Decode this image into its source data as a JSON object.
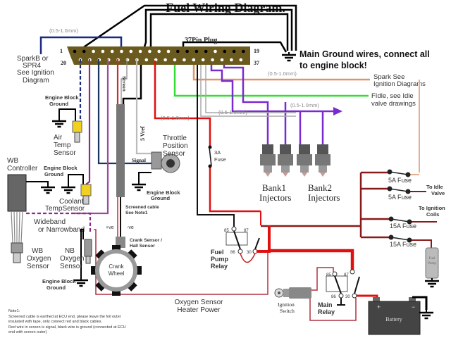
{
  "title": "Fuel Wiring Diagram.",
  "plug": {
    "label": "37Pin Plug",
    "pin_1": "1",
    "pin_20": "20",
    "pin_19": "19",
    "pin_37": "37"
  },
  "wire_gauge": "(0.5-1.0mm)",
  "labels": {
    "sparkb": [
      "SparkB or",
      "SPR4",
      "See Ignition",
      "Diagram"
    ],
    "main_ground": [
      "Main Ground wires, connect all",
      "to engine block!"
    ],
    "spark": [
      "Spark See",
      "Ignition Diagrams"
    ],
    "fidle": [
      "FIdle, see Idle",
      "valve drawings"
    ],
    "engine_block_ground": [
      "Engine Block",
      "Ground"
    ],
    "air_temp": [
      "Air",
      "Temp",
      "Sensor"
    ],
    "screen": "Screen",
    "vref": "5 Vref",
    "throttle": [
      "Throttle",
      "Position",
      "Sensor"
    ],
    "signal": "Signal",
    "fuse_3a": [
      "3A",
      "Fuse"
    ],
    "bank1": [
      "Bank1",
      "Injectors"
    ],
    "bank2": [
      "Bank2",
      "Injectors"
    ],
    "wb_controller": [
      "WB",
      "Controller"
    ],
    "coolant": [
      "Coolant",
      "TempSensor"
    ],
    "screened_cable": [
      "Screened cable",
      "See Note1"
    ],
    "wideband": [
      "Wideband",
      "or Narrowband"
    ],
    "pos": "+ve",
    "neg": "-ve",
    "crank_sensor": [
      "Crank Sensor /",
      "Hall Sensor"
    ],
    "crank_wheel": [
      "Crank",
      "Wheel"
    ],
    "wb_sensor": [
      "WB",
      "Oxygen",
      "Sensor"
    ],
    "nb_sensor": [
      "NB",
      "Oxygen",
      "Sensor"
    ],
    "fuel_pump_relay": [
      "Fuel",
      "Pump",
      "Relay"
    ],
    "main_relay": [
      "Main",
      "Relay"
    ],
    "relay_pins": [
      "85",
      "87",
      "86",
      "30"
    ],
    "ignition_switch": [
      "Ignition",
      "Switch"
    ],
    "battery": "Battery",
    "fuel_pump": [
      "Fuel",
      "Pump"
    ],
    "fuse_5a": "5A Fuse",
    "fuse_15a": "15A Fuse",
    "to_idle": [
      "To Idle",
      "Valve"
    ],
    "to_coils": [
      "To Ignition",
      "Coils"
    ],
    "o2_heater": [
      "Oxygen Sensor",
      "Heater Power"
    ]
  },
  "note": [
    "Note1:",
    "Screened cable is earthed at ECU end, please leave the foil outer",
    "insulated with tape, only connect red and black cables.",
    "Red wire in screen is signal, black wire is ground (connected at ECU",
    "end with screen outer)"
  ],
  "colors": {
    "plug": "#6b5a1e",
    "red": "#e01010",
    "dark_red": "#8a1a1a",
    "green": "#33dd33",
    "purple": "#7a2bd0",
    "orange": "#e0946a",
    "navy": "#1a2a80"
  }
}
